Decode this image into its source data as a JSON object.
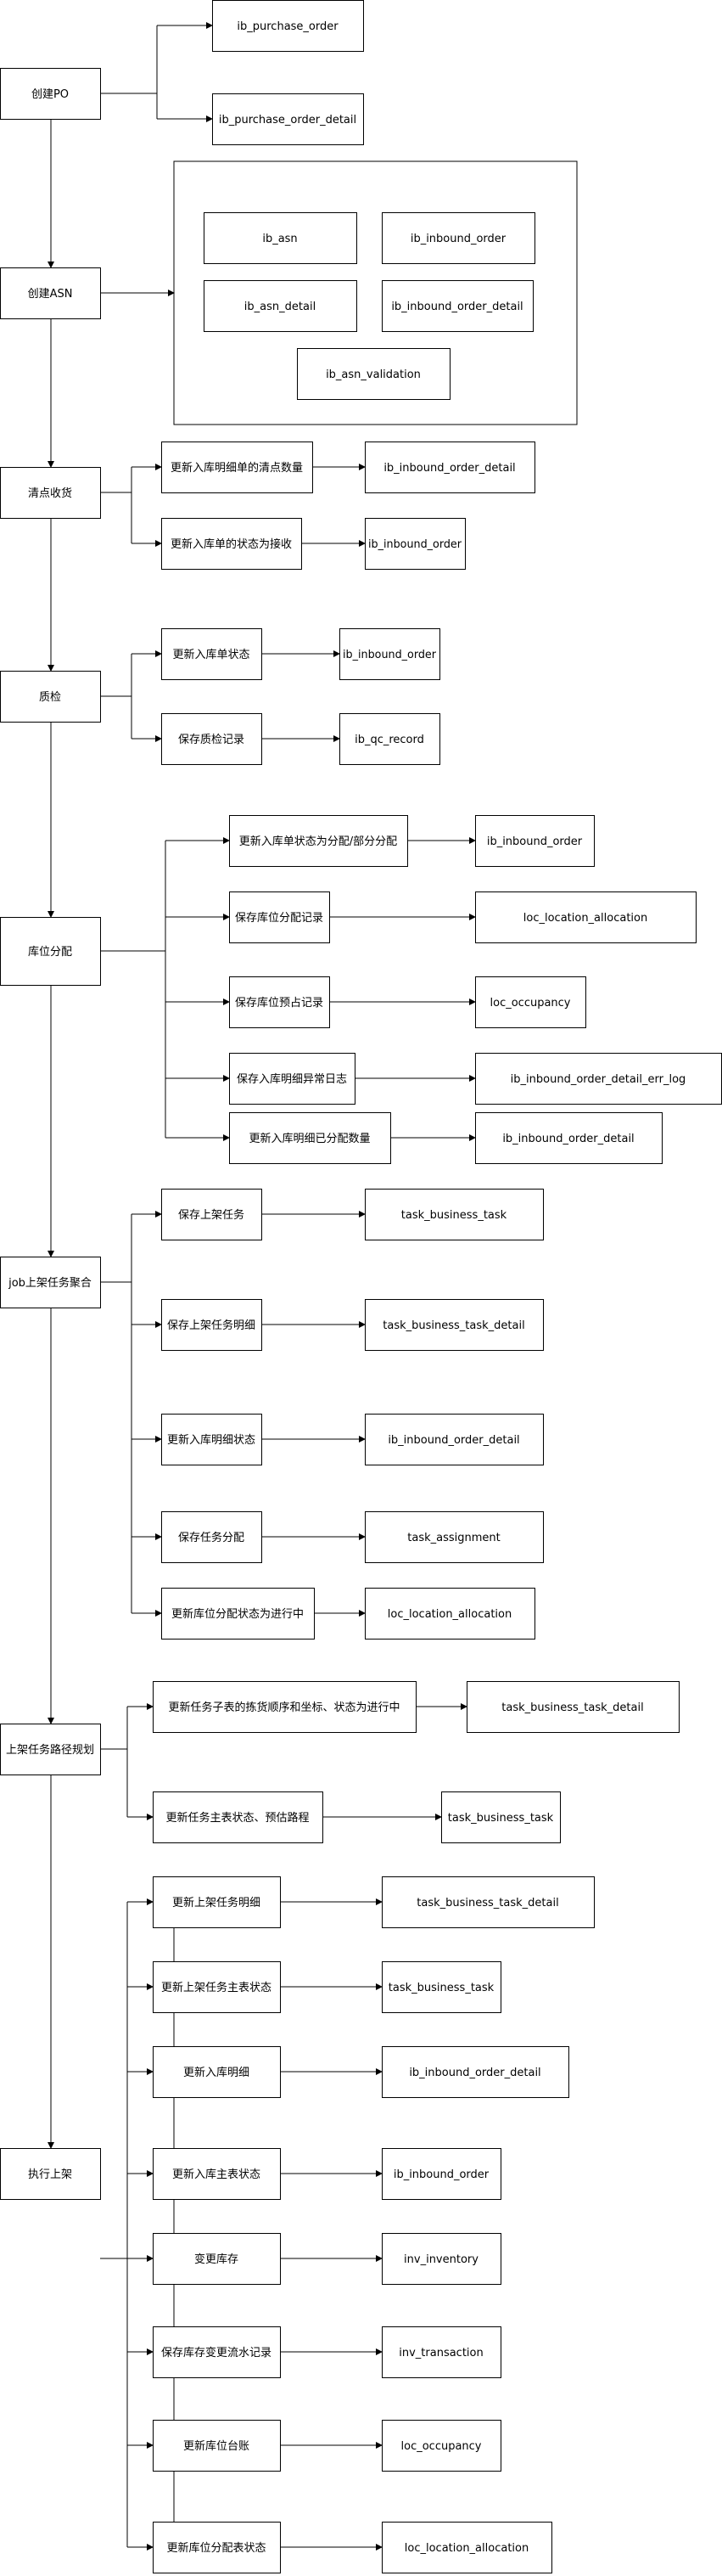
{
  "nodes": {
    "po": "创建PO",
    "po_t1": "ib_purchase_order",
    "po_t2": "ib_purchase_order_detail",
    "asn": "创建ASN",
    "asn_t1": "ib_asn",
    "asn_t2": "ib_inbound_order",
    "asn_t3": "ib_asn_detail",
    "asn_t4": "ib_inbound_order_detail",
    "asn_t5": "ib_asn_validation",
    "rcv": "清点收货",
    "rcv_a1": "更新入库明细单的清点数量",
    "rcv_t1": "ib_inbound_order_detail",
    "rcv_a2": "更新入库单的状态为接收",
    "rcv_t2": "ib_inbound_order",
    "qc": "质检",
    "qc_a1": "更新入库单状态",
    "qc_t1": "ib_inbound_order",
    "qc_a2": "保存质检记录",
    "qc_t2": "ib_qc_record",
    "alloc": "库位分配",
    "al_a1": "更新入库单状态为分配/部分分配",
    "al_t1": "ib_inbound_order",
    "al_a2": "保存库位分配记录",
    "al_t2": "loc_location_allocation",
    "al_a3": "保存库位预占记录",
    "al_t3": "loc_occupancy",
    "al_a4": "保存入库明细异常日志",
    "al_t4": "ib_inbound_order_detail_err_log",
    "al_a5": "更新入库明细已分配数量",
    "al_t5": "ib_inbound_order_detail",
    "job": "job上架任务聚合",
    "job_a1": "保存上架任务",
    "job_t1": "task_business_task",
    "job_a2": "保存上架任务明细",
    "job_t2": "task_business_task_detail",
    "job_a3": "更新入库明细状态",
    "job_t3": "ib_inbound_order_detail",
    "job_a4": "保存任务分配",
    "job_t4": "task_assignment",
    "job_a5": "更新库位分配状态为进行中",
    "job_t5": "loc_location_allocation",
    "route": "上架任务路径规划",
    "rt_a1": "更新任务子表的拣货顺序和坐标、状态为进行中",
    "rt_t1": "task_business_task_detail",
    "rt_a2": "更新任务主表状态、预估路程",
    "rt_t2": "task_business_task",
    "exec": "执行上架",
    "ex_a1": "更新上架任务明细",
    "ex_t1": "task_business_task_detail",
    "ex_a2": "更新上架任务主表状态",
    "ex_t2": "task_business_task",
    "ex_a3": "更新入库明细",
    "ex_t3": "ib_inbound_order_detail",
    "ex_a4": "更新入库主表状态",
    "ex_t4": "ib_inbound_order",
    "ex_a5": "变更库存",
    "ex_t5": "inv_inventory",
    "ex_a6": "保存库存变更流水记录",
    "ex_t6": "inv_transaction",
    "ex_a7": "更新库位台账",
    "ex_t7": "loc_occupancy",
    "ex_a8": "更新库位分配表状态",
    "ex_t8": "loc_location_allocation"
  },
  "colors": {
    "stroke": "#000000",
    "fill": "#ffffff",
    "text": "#000000"
  }
}
